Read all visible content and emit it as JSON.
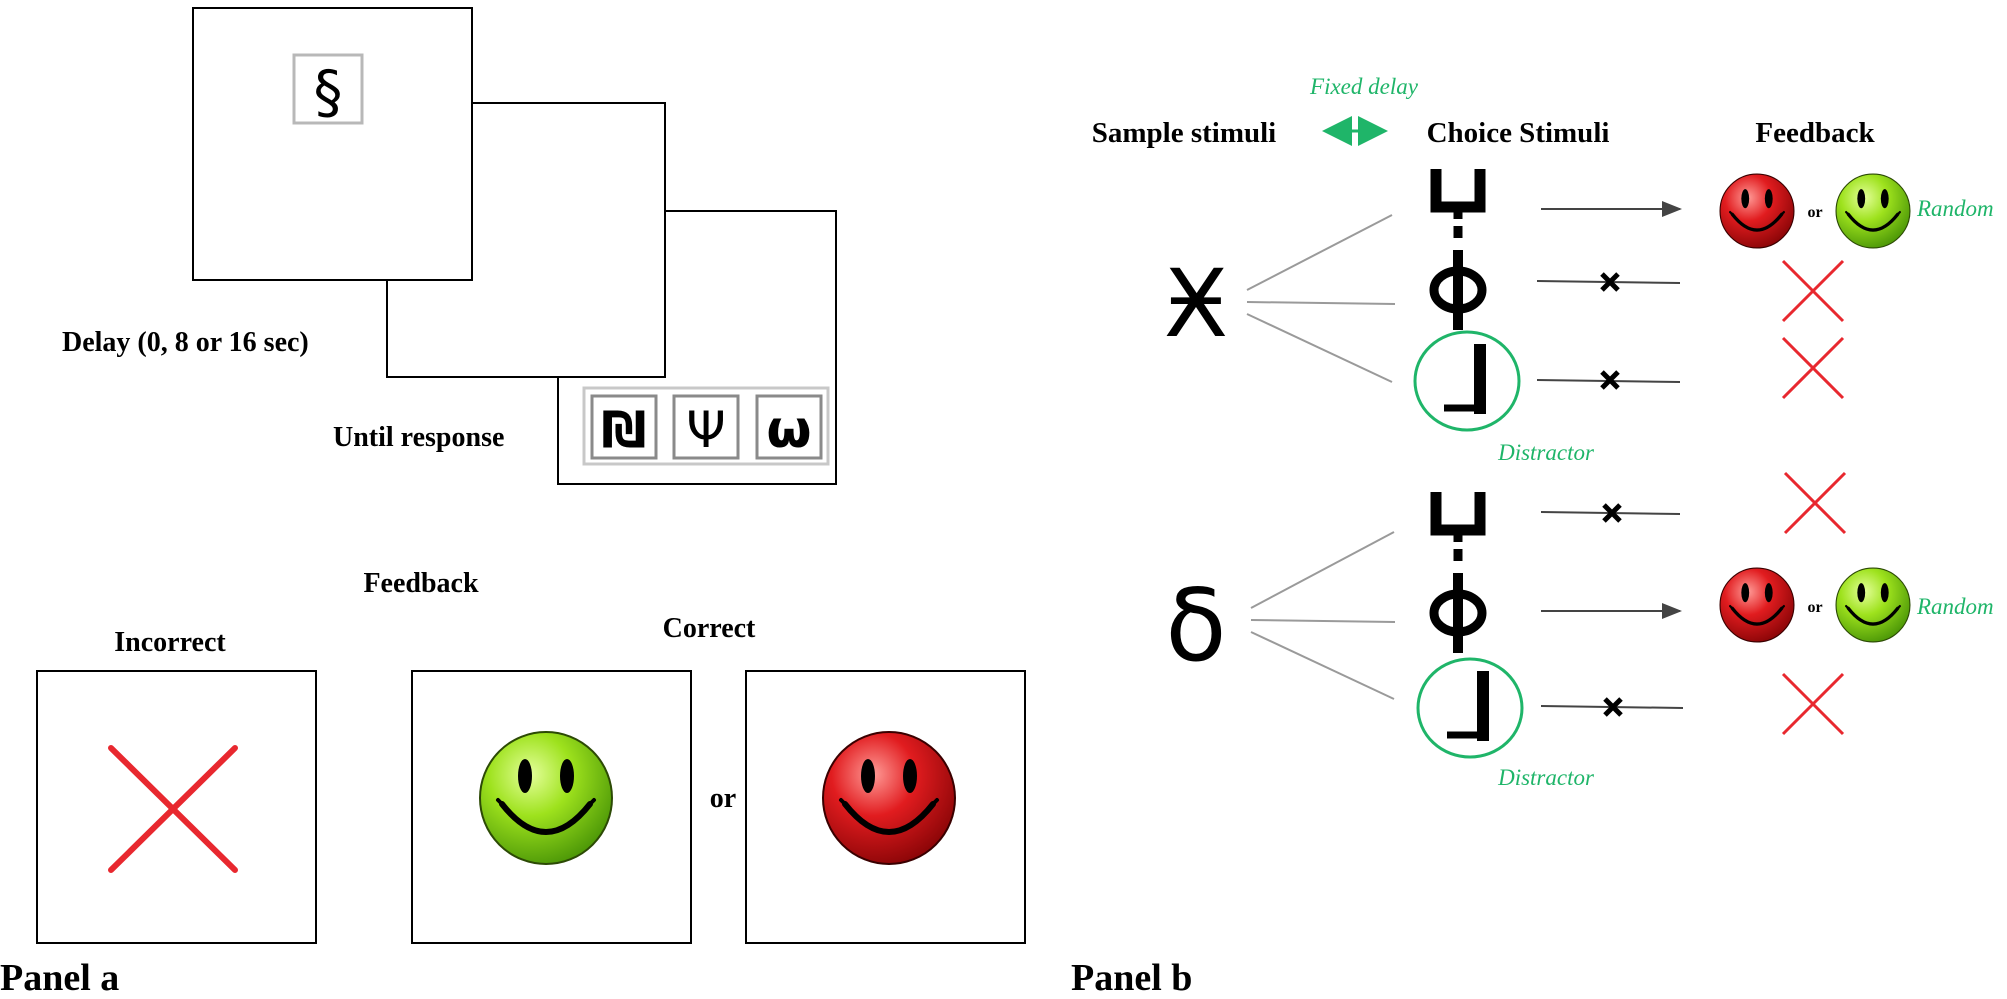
{
  "panel_a": {
    "label": "Panel a",
    "sample_symbol": "§",
    "delay_label": "Delay (0, 8 or 16 sec)",
    "response_label": "Until response",
    "choice_symbols": [
      "₪",
      "Ψ",
      "ω"
    ],
    "feedback_title": "Feedback",
    "incorrect_label": "Incorrect",
    "correct_label": "Correct",
    "or_label": "or"
  },
  "panel_b": {
    "label": "Panel b",
    "fixed_delay_label": "Fixed delay",
    "sample_stimuli_label": "Sample stimuli",
    "choice_stimuli_label": "Choice Stimuli",
    "feedback_label": "Feedback",
    "trials": [
      {
        "sample_symbol": "Ӿ",
        "choices": [
          "Ⴗ",
          "Φ",
          "┫"
        ],
        "distractor_label": "Distractor",
        "or_label": "or",
        "random_label": "Random"
      },
      {
        "sample_symbol": "δ",
        "choices": [
          "Ⴗ",
          "Φ",
          "┫"
        ],
        "distractor_label": "Distractor",
        "or_label": "or",
        "random_label": "Random"
      }
    ]
  },
  "colors": {
    "accent_green": "#1fb569",
    "cross_red": "#e8282f",
    "smiley_green": "#8fd817",
    "smiley_red": "#d8161b"
  }
}
